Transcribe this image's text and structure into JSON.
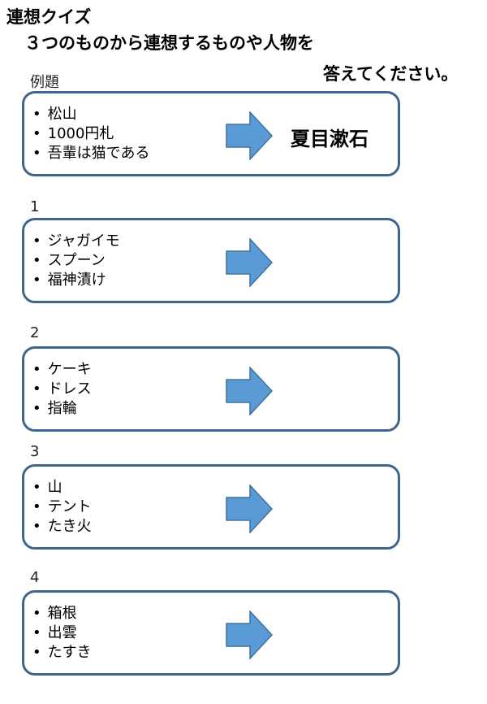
{
  "header": {
    "title": "連想クイズ",
    "instruction_line1": "３つのものから連想するものや人物を",
    "instruction_line2": "答えてください。"
  },
  "example": {
    "label": "例題",
    "items": [
      "松山",
      "1000円札",
      "吾輩は猫である"
    ],
    "answer": "夏目漱石"
  },
  "questions": [
    {
      "label": "1",
      "items": [
        "ジャガイモ",
        "スプーン",
        "福神漬け"
      ]
    },
    {
      "label": "2",
      "items": [
        "ケーキ",
        "ドレス",
        "指輪"
      ]
    },
    {
      "label": "3",
      "items": [
        "山",
        "テント",
        "たき火"
      ]
    },
    {
      "label": "4",
      "items": [
        "箱根",
        "出雲",
        "たすき"
      ]
    }
  ],
  "colors": {
    "card_border": "#40658d",
    "arrow_fill": "#5b9bd5",
    "arrow_stroke": "#41719c"
  }
}
